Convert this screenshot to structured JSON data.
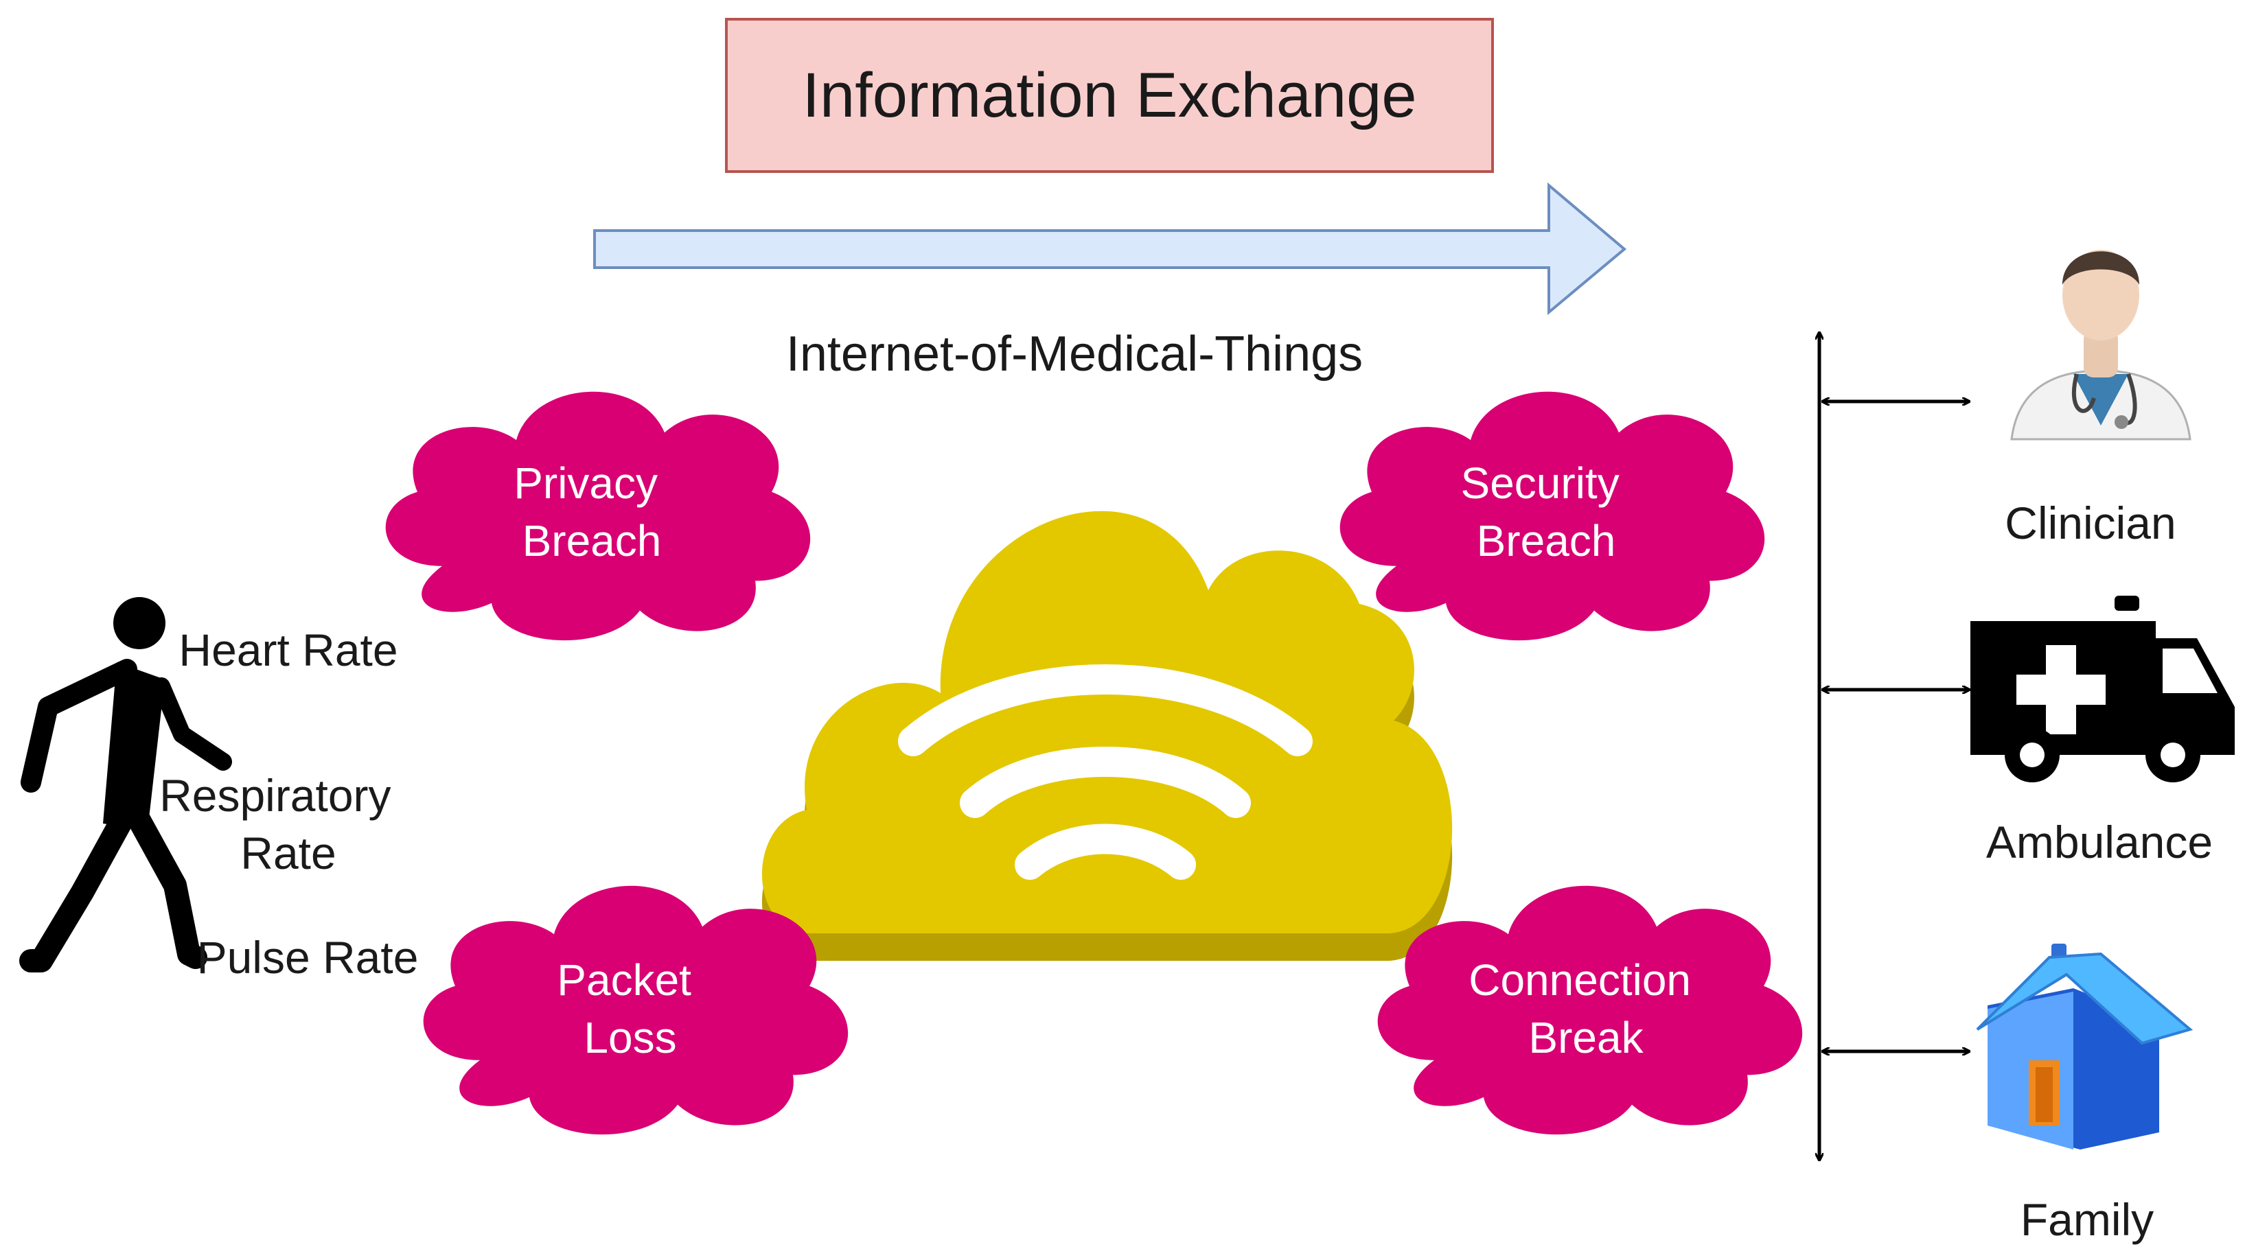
{
  "header": {
    "title": "Information Exchange",
    "subtitle": "Internet-of-Medical-Things"
  },
  "patient": {
    "signals": [
      {
        "lines": [
          "Heart Rate"
        ]
      },
      {
        "lines": [
          "Respiratory",
          "Rate"
        ]
      },
      {
        "lines": [
          "Pulse Rate"
        ]
      }
    ]
  },
  "threats": [
    {
      "lines": [
        "Privacy",
        "Breach"
      ]
    },
    {
      "lines": [
        "Security",
        "Breach"
      ]
    },
    {
      "lines": [
        "Packet",
        "Loss"
      ]
    },
    {
      "lines": [
        "Connection",
        "Break"
      ]
    }
  ],
  "recipients": [
    {
      "label": "Clinician",
      "icon": "clinician-icon"
    },
    {
      "label": "Ambulance",
      "icon": "ambulance-icon"
    },
    {
      "label": "Family",
      "icon": "house-icon"
    }
  ],
  "colors": {
    "title_fill": "#f8cecc",
    "title_stroke": "#b85450",
    "arrow_fill": "#dae8fc",
    "arrow_stroke": "#6c8ebf",
    "threat_cloud": "#d80073",
    "iot_cloud": "#e3c800",
    "iot_cloud_shadow": "#b8a000"
  }
}
